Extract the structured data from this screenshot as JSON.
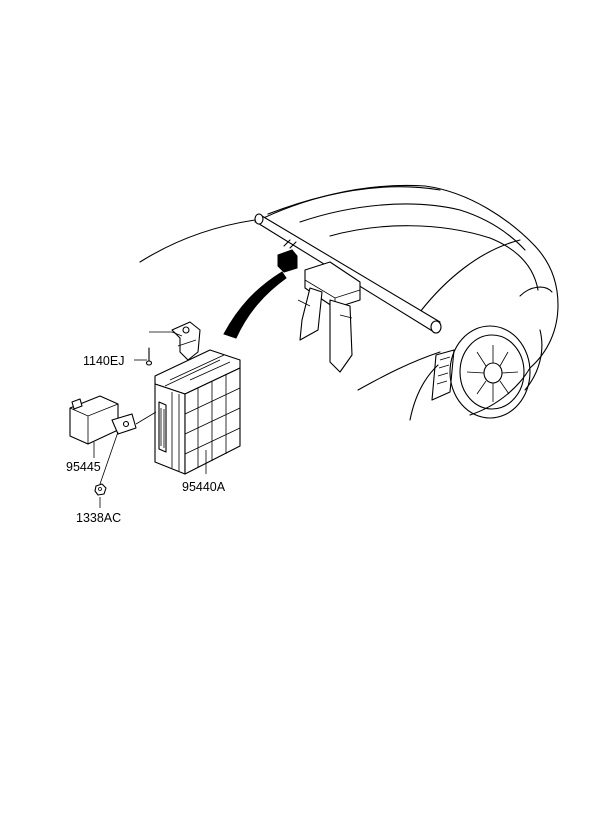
{
  "parts": {
    "bolt": "1140EJ",
    "relay": "95445",
    "nut": "1338AC",
    "module": "95440A"
  }
}
